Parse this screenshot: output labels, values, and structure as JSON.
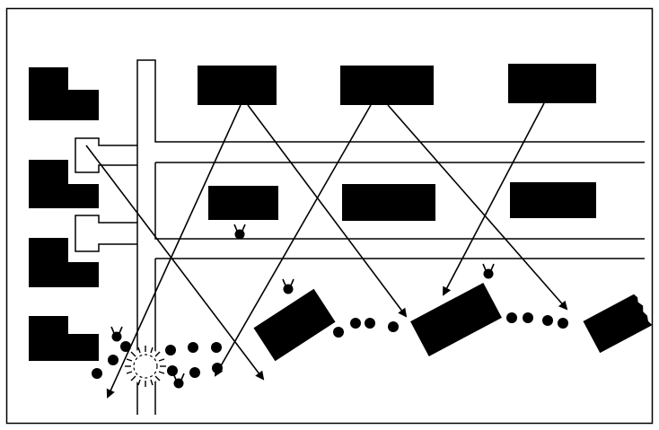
{
  "diagram": {
    "description_text": "",
    "colors": {
      "ink": "#000000",
      "paper": "#ffffff"
    },
    "elements": {
      "frame": "border",
      "roads": "road-network",
      "buildings": "buildings",
      "vehicles": "vehicles",
      "arrows": "trajectory-arrows",
      "people": "people",
      "explosion": "explosion-icon",
      "antennas": "antenna-icons"
    }
  }
}
